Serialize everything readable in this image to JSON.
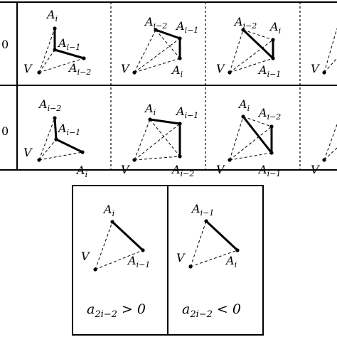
{
  "top_table": {
    "row_labels": [
      "0",
      "0"
    ],
    "rows": [
      [
        {
          "labels": {
            "top": "i",
            "mid": "i−1",
            "bottom": "i−2"
          }
        },
        {
          "labels": {
            "top": "i−2",
            "mid": "i−1",
            "bottom": "i"
          }
        },
        {
          "labels": {
            "top": "i−2",
            "mid": "i",
            "bottom": "i−1"
          }
        },
        {
          "labels": {}
        }
      ],
      [
        {
          "labels": {
            "top": "i−2",
            "mid": "i−1",
            "bottom": "i"
          }
        },
        {
          "labels": {
            "top": "i",
            "mid": "i−1",
            "bottom": "i−2"
          }
        },
        {
          "labels": {
            "top": "i",
            "mid": "i−2",
            "bottom": "i−1"
          }
        },
        {
          "labels": {}
        }
      ]
    ]
  },
  "bottom_panels": [
    {
      "top_label": "i",
      "bottom_label": "i−1",
      "condition_sub": "2i−2",
      "condition_op": "> 0"
    },
    {
      "top_label": "i−1",
      "bottom_label": "i",
      "condition_sub": "2i−2",
      "condition_op": "< 0"
    }
  ],
  "vertex_base_label": "A",
  "apex_label": "V",
  "condition_var": "a"
}
